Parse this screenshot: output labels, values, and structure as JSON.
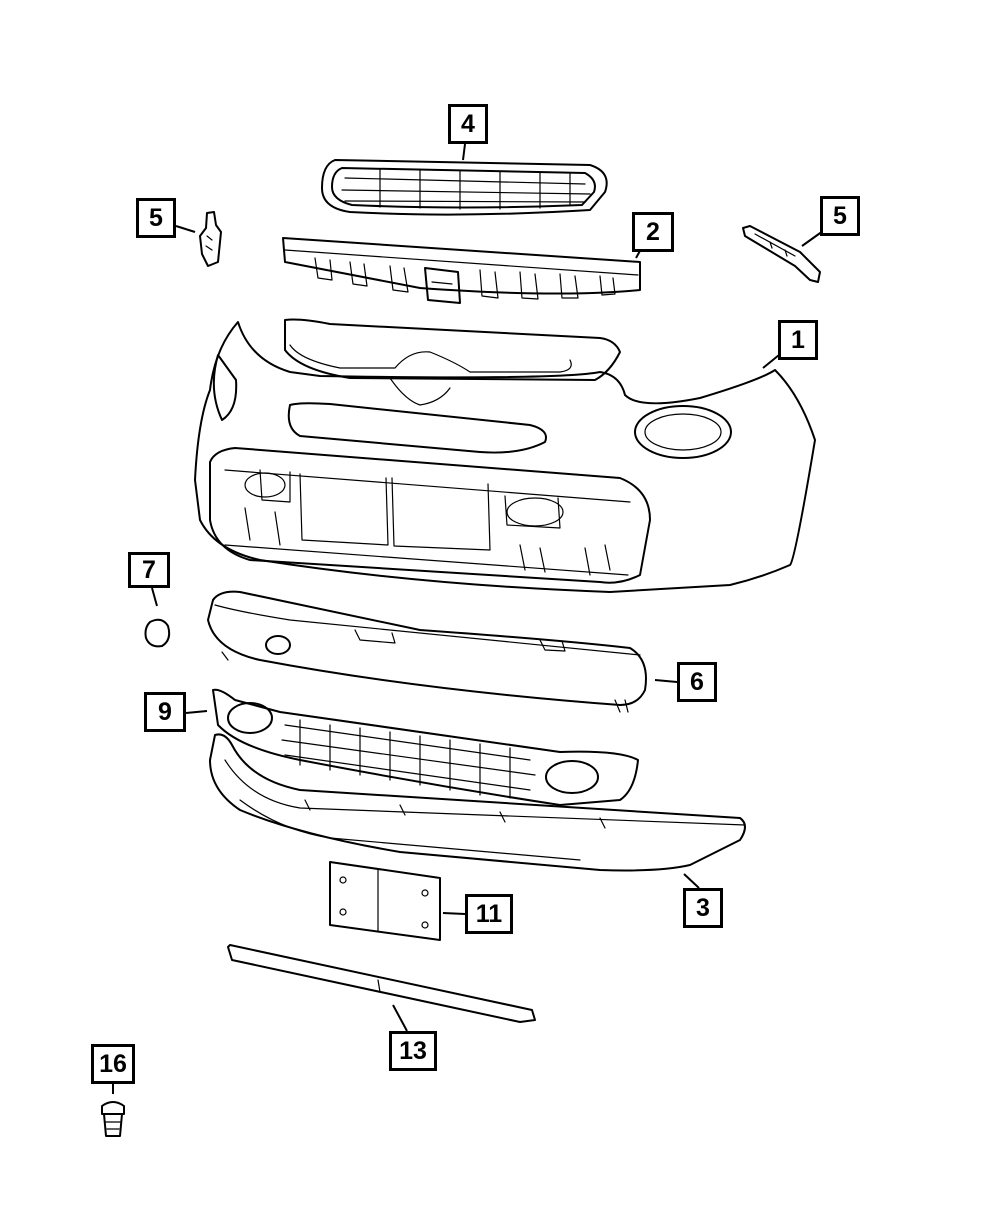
{
  "callouts": [
    {
      "id": "c4",
      "label": "4"
    },
    {
      "id": "c5a",
      "label": "5"
    },
    {
      "id": "c2",
      "label": "2"
    },
    {
      "id": "c5b",
      "label": "5"
    },
    {
      "id": "c1",
      "label": "1"
    },
    {
      "id": "c7",
      "label": "7"
    },
    {
      "id": "c6",
      "label": "6"
    },
    {
      "id": "c9",
      "label": "9"
    },
    {
      "id": "c3",
      "label": "3"
    },
    {
      "id": "c11",
      "label": "11"
    },
    {
      "id": "c13",
      "label": "13"
    },
    {
      "id": "c16",
      "label": "16"
    }
  ]
}
